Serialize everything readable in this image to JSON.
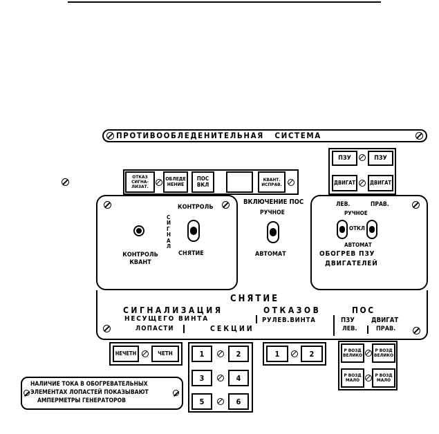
{
  "title_bar": {
    "label": "ПРОТИВООБЛЕДЕНИТЕЛЬНАЯ   СИСТЕМА"
  },
  "top_right": {
    "pzu_left": "ПЗУ",
    "pzu_right": "ПЗУ",
    "dvigat_left": "ДВИГАТ",
    "dvigat_right": "ДВИГАТ"
  },
  "indicator_row": {
    "otkaz_signal": "ОТКАЗ СИГНА- ЛИЗАТ.",
    "obledenenie": "ОБЛЕДЕ НЕНИЕ",
    "pos_vkl": "ПОС ВКЛ",
    "kvant_ispr": "КВАНТ. ИСПРАВ."
  },
  "left_panel": {
    "kontrol_title": "КОНТРОЛЬ",
    "signal_vertical": "СИГНАЛ",
    "snyatie": "СНЯТИЕ",
    "kontrol_kvant": "КОНТРОЛЬ КВАНТ"
  },
  "middle_panel": {
    "vklyuchenie_pos": "ВКЛЮЧЕНИЕ ПОС",
    "ruchnoe": "РУЧНОЕ",
    "avtomat": "АВТОМАТ"
  },
  "right_panel": {
    "lev": "ЛЕВ.",
    "prav": "ПРАВ.",
    "ruchnoe": "РУЧНОЕ",
    "otkl": "ОТКЛ",
    "avtomat": "АВТОМАТ",
    "obogrev": "ОБОГРЕВ ПЗУ",
    "dvigateley": "ДВИГАТЕЛЕЙ"
  },
  "lower_panel": {
    "snyatie": "СНЯТИЕ",
    "signalizatsiya": "СИГНАЛИЗАЦИЯ",
    "otkazov": "ОТКАЗОВ",
    "pos": "ПОС",
    "nesushchego_vinta": "НЕСУЩЕГО ВИНТА",
    "rulev_vinta": "РУЛЕВ.ВИНТА",
    "pzu": "ПЗУ",
    "dvigat": "ДВИГАТ",
    "lopasti": "ЛОПАСТИ",
    "sektsii": "СЕКЦИИ",
    "lev": "ЛЕВ.",
    "prav": "ПРАВ."
  },
  "bottom_buttons": {
    "nechetn": "НЕЧЕТН",
    "chetn": "ЧЕТН",
    "s1": "1",
    "s2": "2",
    "s3": "3",
    "s4": "4",
    "s5": "5",
    "s6": "6",
    "r1": "1",
    "r2": "2",
    "vozd_velik_l": "Р ВОЗД ВЕЛИКО",
    "vozd_velik_r": "Р ВОЗД ВЕЛИКО",
    "vozd_malo_l": "Р ВОЗД МАЛО",
    "vozd_malo_r": "Р ВОЗД МАЛО"
  },
  "info_plate": {
    "line1": "НАЛИЧИЕ ТОКА В ОБОГРЕВАТЕЛЬНЫХ",
    "line2": "ЭЛЕМЕНТАХ ЛОПАСТЕЙ ПОКАЗЫВАЮТ",
    "line3": "АМПЕРМЕТРЫ ГЕНЕРАТОРОВ"
  }
}
